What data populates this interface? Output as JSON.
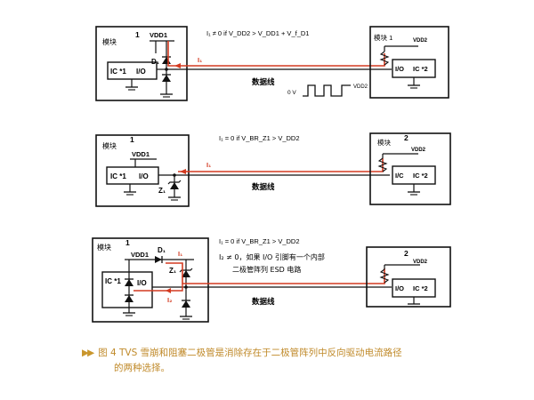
{
  "colors": {
    "signal_path": "#d33a20",
    "frame": "#111111",
    "caption": "#c08a2a"
  },
  "panel1": {
    "condition": "I₁ ≠ 0 if V_DD2 > V_DD1 + V_f_D1",
    "module_left": "模块",
    "module_left_num": "1",
    "vdd_left": "VDD1",
    "ic_left": "IC *1",
    "io_left": "I/O",
    "diode_left": "D₁",
    "current": "I₁",
    "wire_label": "数据线",
    "pulse_low": "0 V",
    "pulse_high": "VDD2",
    "module_right": "模块 1",
    "vdd_right": "VDD2",
    "io_right": "I/O",
    "ic_right": "IC *2"
  },
  "panel2": {
    "condition": "I₁ = 0 if V_BR_Z1 > V_DD2",
    "module_left": "模块",
    "module_left_num": "1",
    "vdd_left": "VDD1",
    "ic_left": "IC *1",
    "io_left": "I/O",
    "zener": "Z₁",
    "current": "I₁",
    "wire_label": "数据线",
    "module_right": "模块",
    "module_right_num": "2",
    "vdd_right": "VDD2",
    "io_right": "I/C",
    "ic_right": "IC *2"
  },
  "panel3": {
    "condition": "I₁ = 0 if V_BR_Z1 > V_DD2",
    "note_line1": "I₂ ≠ 0，如果 I/O 引脚有一个内部",
    "note_line2": "二极管阵列 ESD 电路",
    "module_left": "模块",
    "module_left_num": "1",
    "vdd_left": "VDD1",
    "diode": "D₁",
    "zener": "Z₁",
    "current1": "I₁",
    "current2": "I₂",
    "ic_left": "IC *1",
    "io_left": "I/O",
    "wire_label": "数据线",
    "module_right_num": "2",
    "vdd_right": "VDD2",
    "io_right": "I/O",
    "ic_right": "IC *2"
  },
  "caption": {
    "arrow": "▶▶",
    "line1": "图 4  TVS 雪崩和阻塞二极管是消除存在于二极管阵列中反向驱动电流路径",
    "line2": "的两种选择。"
  }
}
